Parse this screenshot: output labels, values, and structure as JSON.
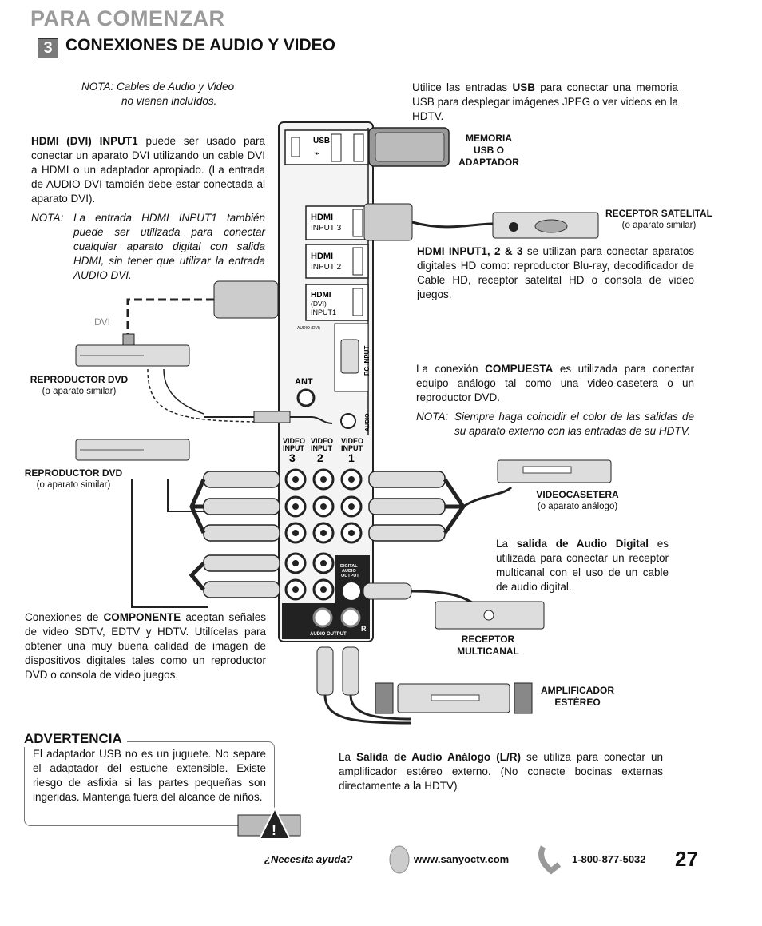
{
  "header": {
    "section": "PARA COMENZAR",
    "step_number": "3",
    "title": "CONEXIONES DE AUDIO Y VIDEO"
  },
  "note_cables": {
    "prefix": "NOTA",
    "line1": ": Cables de Audio y Video",
    "line2": "no vienen incluídos."
  },
  "usb_text": {
    "pre": "Utilice las entradas ",
    "bold": "USB",
    "post": " para conectar una memoria USB para desplegar imágenes JPEG o ver videos en la HDTV."
  },
  "hdmi_dvi_text": {
    "bold": "HDMI (DVI) INPUT1",
    "post": " puede ser usado para conectar un aparato DVI utilizando un cable DVI a HDMI o un adaptador apropiado. (La entrada de AUDIO DVI también debe estar conectada al aparato DVI)."
  },
  "hdmi_dvi_note": {
    "label": "NOTA:",
    "text": "La entrada HDMI INPUT1 también puede ser utilizada para conectar cualquier aparato digital con salida HDMI, sin tener que utilizar la entrada AUDIO DVI."
  },
  "hdmi_text": {
    "bold": "HDMI INPUT1, 2 & 3",
    "post": " se utilizan para conectar aparatos digitales HD como: reproductor Blu-ray, decodificador de Cable HD, receptor satelital HD o consola de video juegos."
  },
  "composite_text": {
    "pre": "La conexión ",
    "bold": "COMPUESTA",
    "post": " es utilizada para conectar equipo análogo tal como una video-casetera o un reproductor DVD."
  },
  "composite_note": {
    "label": "NOTA:",
    "text": "Siempre haga coincidir el color de las salidas de su aparato externo con las entradas de su HDTV."
  },
  "digital_audio_text": {
    "pre": "La ",
    "bold": "salida de Audio Digital",
    "post": " es utilizada para conectar un receptor multicanal con el uso de un cable de audio digital."
  },
  "component_text": {
    "pre": "Conexiones de ",
    "bold": "COMPONENTE",
    "post": " aceptan señales de video SDTV, EDTV y HDTV. Utilícelas para obtener una muy buena calidad de imagen de dispositivos digitales tales como un reproductor DVD o consola de video juegos."
  },
  "analog_audio_text": {
    "pre": "La ",
    "bold": "Salida de Audio Análogo (L/R)",
    "post": " se utiliza para conectar un amplificador estéreo externo. (No conecte bocinas externas directamente a la HDTV)"
  },
  "warning": {
    "title": "ADVERTENCIA",
    "text": "El adaptador USB no es un juguete. No separe el adaptador del estuche extensible. Existe riesgo de asfixia si las partes pequeñas son ingeridas. Mantenga fuera del alcance de niños."
  },
  "devices": {
    "usb_memory": [
      "MEMORIA",
      "USB O",
      "ADAPTADOR"
    ],
    "satellite": {
      "name": "RECEPTOR SATELITAL",
      "sub": "(o aparato similar)"
    },
    "dvd1": {
      "name": "REPRODUCTOR DVD",
      "sub": "(o aparato similar)"
    },
    "dvd2": {
      "name": "REPRODUCTOR DVD",
      "sub": "(o aparato similar)"
    },
    "vcr": {
      "name": "VIDEOCASETERA",
      "sub": "(o aparato análogo)"
    },
    "receiver": [
      "RECEPTOR",
      "MULTICANAL"
    ],
    "amplifier": [
      "AMPLIFICADOR",
      "ESTÉREO"
    ],
    "dvi_label": "DVI"
  },
  "panel": {
    "usb": "USB",
    "hdmi3": [
      "HDMI",
      "INPUT 3"
    ],
    "hdmi2": [
      "HDMI",
      "INPUT 2"
    ],
    "hdmi1": [
      "HDMI",
      "(DVI)",
      "INPUT1"
    ],
    "audio_dvi": "AUDIO (DVI)",
    "pc_input": "PC INPUT",
    "audio": "AUDIO",
    "ant": "ANT",
    "video_input_3": [
      "VIDEO",
      "INPUT",
      "3"
    ],
    "video_input_2": [
      "VIDEO",
      "INPUT",
      "2"
    ],
    "video_input_1": [
      "VIDEO",
      "INPUT",
      "1"
    ],
    "digital_audio_output": [
      "DIGITAL",
      "AUDIO",
      "OUTPUT"
    ],
    "audio_output": "AUDIO OUTPUT",
    "r_label": "R"
  },
  "footer": {
    "help": "¿Necesita ayuda?",
    "url": "www.sanyoctv.com",
    "phone": "1-800-877-5032",
    "page": "27"
  }
}
